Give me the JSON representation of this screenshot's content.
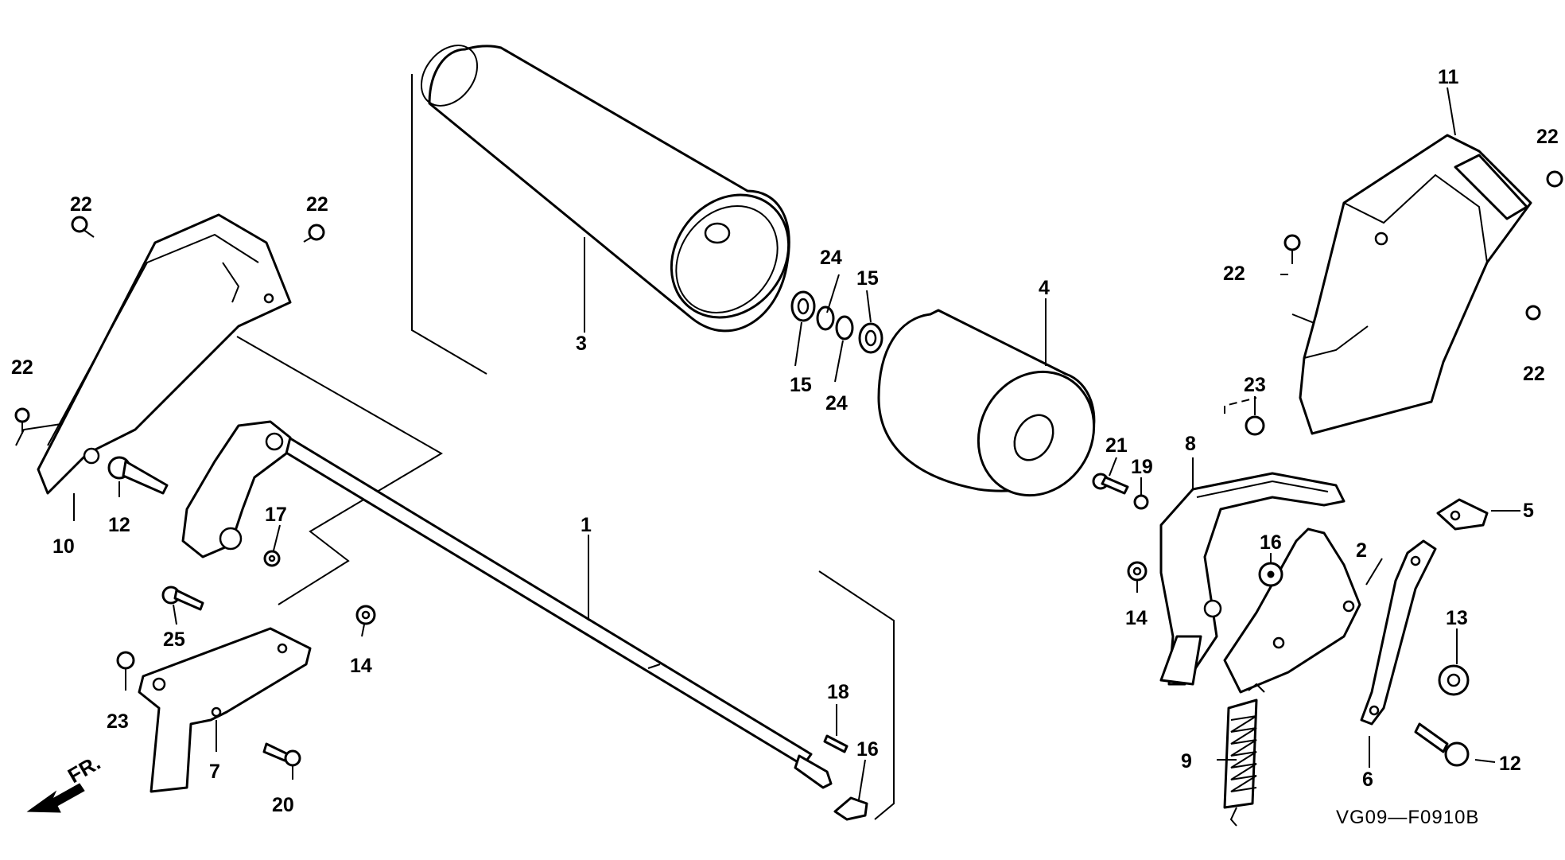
{
  "diagram": {
    "drawing_code": "VG09—F0910B",
    "front_indicator": "FR.",
    "callouts": [
      {
        "id": "c1",
        "label": "1"
      },
      {
        "id": "c2",
        "label": "2"
      },
      {
        "id": "c3",
        "label": "3"
      },
      {
        "id": "c4",
        "label": "4"
      },
      {
        "id": "c5",
        "label": "5"
      },
      {
        "id": "c6",
        "label": "6"
      },
      {
        "id": "c7",
        "label": "7"
      },
      {
        "id": "c8",
        "label": "8"
      },
      {
        "id": "c9",
        "label": "9"
      },
      {
        "id": "c10",
        "label": "10"
      },
      {
        "id": "c11",
        "label": "11"
      },
      {
        "id": "c12a",
        "label": "12"
      },
      {
        "id": "c12b",
        "label": "12"
      },
      {
        "id": "c13",
        "label": "13"
      },
      {
        "id": "c14a",
        "label": "14"
      },
      {
        "id": "c14b",
        "label": "14"
      },
      {
        "id": "c15a",
        "label": "15"
      },
      {
        "id": "c15b",
        "label": "15"
      },
      {
        "id": "c16a",
        "label": "16"
      },
      {
        "id": "c16b",
        "label": "16"
      },
      {
        "id": "c17",
        "label": "17"
      },
      {
        "id": "c18",
        "label": "18"
      },
      {
        "id": "c19",
        "label": "19"
      },
      {
        "id": "c20",
        "label": "20"
      },
      {
        "id": "c21",
        "label": "21"
      },
      {
        "id": "c22a",
        "label": "22"
      },
      {
        "id": "c22b",
        "label": "22"
      },
      {
        "id": "c22c",
        "label": "22"
      },
      {
        "id": "c22d",
        "label": "22"
      },
      {
        "id": "c22e",
        "label": "22"
      },
      {
        "id": "c22f",
        "label": "22"
      },
      {
        "id": "c23a",
        "label": "23"
      },
      {
        "id": "c23b",
        "label": "23"
      },
      {
        "id": "c24a",
        "label": "24"
      },
      {
        "id": "c24b",
        "label": "24"
      },
      {
        "id": "c25",
        "label": "25"
      }
    ]
  }
}
